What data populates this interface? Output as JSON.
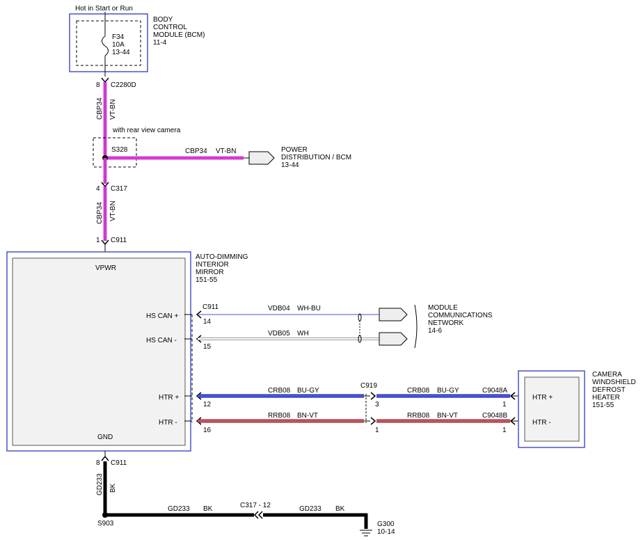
{
  "power": {
    "source_label": "Hot in Start or Run"
  },
  "bcm": {
    "name": [
      "BODY",
      "CONTROL",
      "MODULE (BCM)",
      "11-4"
    ],
    "fuse": {
      "id": "F34",
      "rating": "10A",
      "ref": "13-44"
    },
    "pin": "8",
    "connector": "C2280D"
  },
  "wire_cbp34": {
    "circuit": "CBP34",
    "color": "VT-BN",
    "hex": "#e040e0"
  },
  "splice": {
    "note": "with rear view camera",
    "id": "S328",
    "branch_circuit": "CBP34",
    "branch_color": "VT-BN",
    "dest": [
      "POWER",
      "DISTRIBUTION / BCM",
      "13-44"
    ]
  },
  "c317": {
    "pin": "4",
    "connector": "C317"
  },
  "c911_top": {
    "pin": "1",
    "connector": "C911"
  },
  "mirror": {
    "name": [
      "AUTO-DIMMING",
      "INTERIOR",
      "MIRROR",
      "151-55"
    ],
    "vpwr": "VPWR",
    "gnd": "GND",
    "hs_can_plus": "HS CAN +",
    "hs_can_minus": "HS CAN -",
    "htr_plus": "HTR +",
    "htr_minus": "HTR -",
    "connector": "C911"
  },
  "can": {
    "plus": {
      "pin": "14",
      "circuit": "VDB04",
      "color": "WH-BU",
      "hex": "#6a78d8"
    },
    "minus": {
      "pin": "15",
      "circuit": "VDB05",
      "color": "WH",
      "hex": "#ffffff"
    },
    "dest": [
      "MODULE",
      "COMMUNICATIONS",
      "NETWORK",
      "14-6"
    ]
  },
  "heater": {
    "plus": {
      "pin_left": "12",
      "circuit": "CRB08",
      "color": "BU-GY",
      "hex": "#1c2ad0",
      "pin_mid": "3",
      "pin_right": "1",
      "connector_right": "C9048A"
    },
    "minus": {
      "pin_left": "16",
      "circuit": "RRB08",
      "color": "BN-VT",
      "hex": "#b02838",
      "pin_mid": "1",
      "pin_right": "1",
      "connector_right": "C9048B"
    },
    "mid_connector": "C919"
  },
  "camera_heater": {
    "name": [
      "CAMERA",
      "WINDSHIELD",
      "DEFROST",
      "HEATER",
      "151-55"
    ],
    "htr_plus": "HTR +",
    "htr_minus": "HTR -"
  },
  "ground": {
    "pin": "8",
    "connector": "C911",
    "circuit": "GD233",
    "color": "BK",
    "splice": "S903",
    "inline_connector": "C317 - 12",
    "g_id": "G300",
    "g_ref": "10-14"
  },
  "colors": {
    "module_border": "#4a52c8",
    "module_fill": "#f2f2f2",
    "black_wire": "#000000"
  }
}
